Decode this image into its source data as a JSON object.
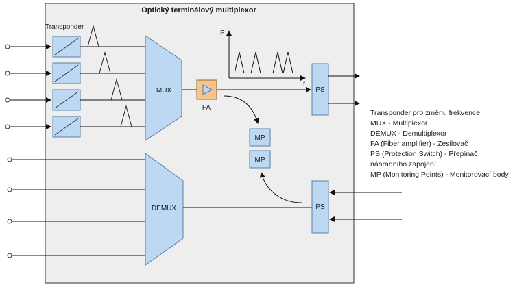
{
  "diagram": {
    "title": "Optický terminálový multiplexor",
    "transponder_label": "Transponder",
    "mux_label": "MUX",
    "demux_label": "DEMUX",
    "fa_label": "FA",
    "ps_label": "PS",
    "mp_label": "MP",
    "axis_p_label": "P",
    "axis_f_label": "f"
  },
  "legend": [
    "Transponder pro změnu frekvence",
    "MUX - Multiplexor",
    "DEMUX - Demultiplexor",
    "FA (Fiber amplifier) - Zesilovač",
    "PS (Protection Switch) - Přepínač",
    "náhradního zapojení",
    "MP (Monitoring Points) - Monitorovací body"
  ],
  "colors": {
    "block_fill": "#bcd8f3",
    "block_stroke": "#5a7ea6",
    "amp_fill": "#f7c48e",
    "panel_fill": "#eeeeee",
    "line": "#111111"
  }
}
